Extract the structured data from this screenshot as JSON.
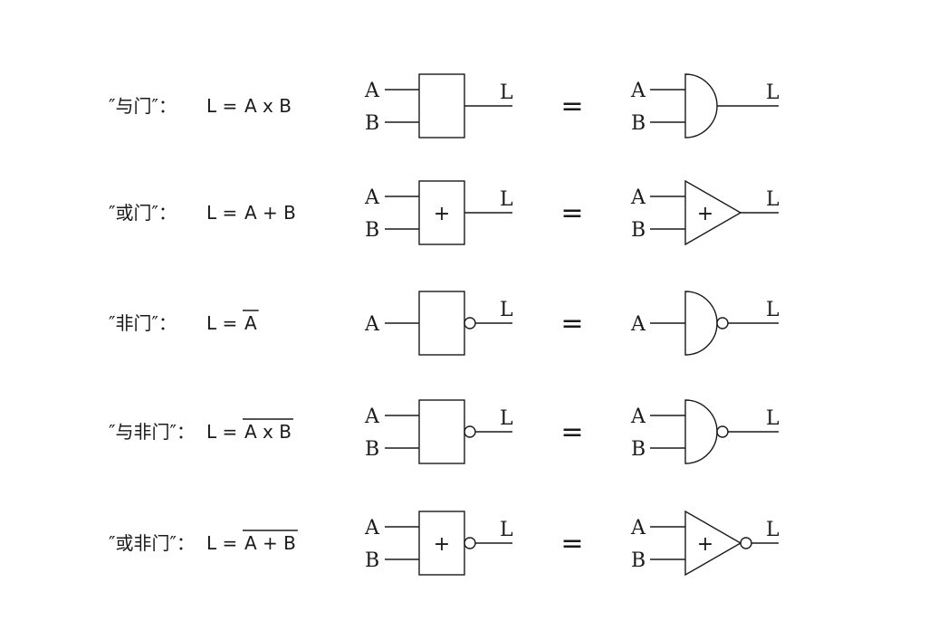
{
  "rows": [
    {
      "name": "and-gate",
      "gate_name": "″与门″：",
      "formula_prefix": "L = ",
      "formula_expr": "A x B",
      "negated": false,
      "inputs": [
        "A",
        "B"
      ],
      "output": "L",
      "box_symbol": "",
      "alt_shape": "and",
      "equals": "="
    },
    {
      "name": "or-gate",
      "gate_name": "″或门″：",
      "formula_prefix": "L = ",
      "formula_expr": "A + B",
      "negated": false,
      "inputs": [
        "A",
        "B"
      ],
      "output": "L",
      "box_symbol": "+",
      "alt_shape": "triangle",
      "equals": "="
    },
    {
      "name": "not-gate",
      "gate_name": "″非门″：",
      "formula_prefix": "L = ",
      "formula_expr": "A",
      "negated": true,
      "inputs": [
        "A"
      ],
      "output": "L",
      "box_symbol": "",
      "alt_shape": "and",
      "equals": "="
    },
    {
      "name": "nand-gate",
      "gate_name": "″与非门″：",
      "formula_prefix": "L = ",
      "formula_expr": "A x B",
      "negated": true,
      "inputs": [
        "A",
        "B"
      ],
      "output": "L",
      "box_symbol": "",
      "alt_shape": "and",
      "equals": "="
    },
    {
      "name": "nor-gate",
      "gate_name": "″或非门″：",
      "formula_prefix": "L = ",
      "formula_expr": "A + B",
      "negated": true,
      "inputs": [
        "A",
        "B"
      ],
      "output": "L",
      "box_symbol": "+",
      "alt_shape": "triangle",
      "equals": "="
    }
  ]
}
